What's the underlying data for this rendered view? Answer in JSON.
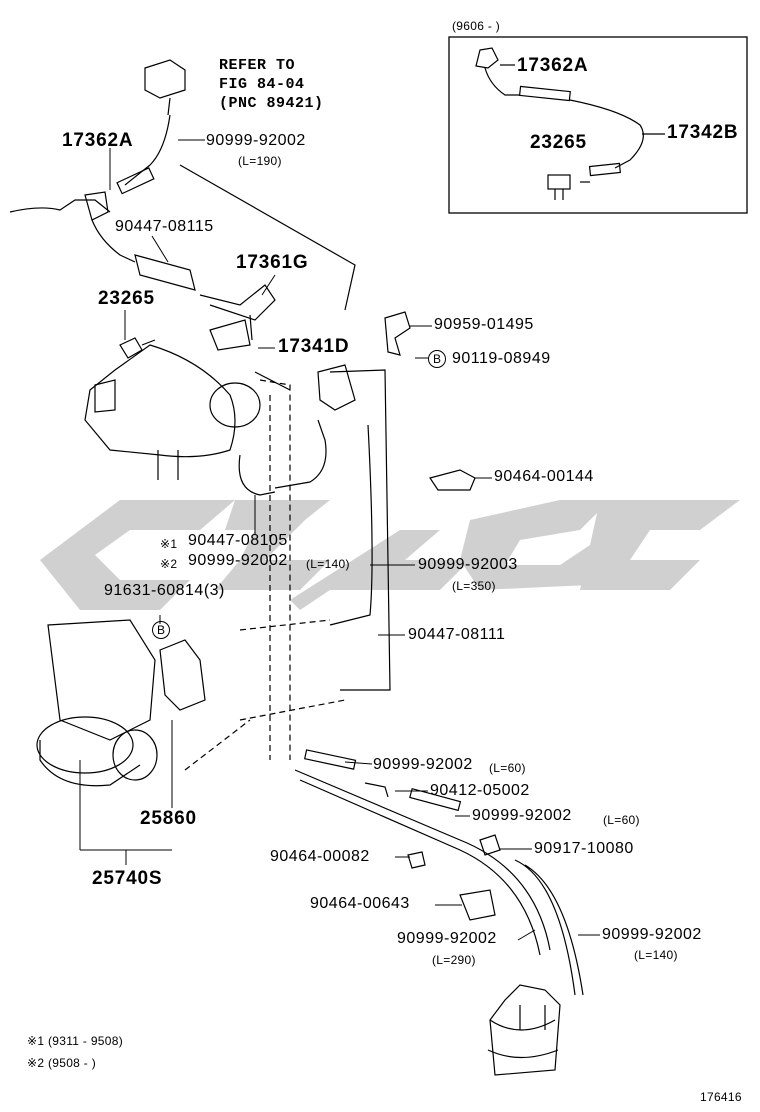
{
  "inset": {
    "range": "(9606 -      )",
    "parts": [
      "17362A",
      "23265",
      "17342B"
    ]
  },
  "refer": {
    "line1": "REFER TO",
    "line2": "FIG 84-04",
    "line3": "(PNC 89421)"
  },
  "labels": {
    "p17362A": "17362A",
    "p90999_92002_a": "90999-92002",
    "p90999_92002_a_len": "(L=190)",
    "p90447_08115": "90447-08115",
    "p17361G": "17361G",
    "p23265": "23265",
    "p17341D": "17341D",
    "p90959_01495": "90959-01495",
    "p90119_08949": "90119-08949",
    "p90464_00144": "90464-00144",
    "p90447_08105": "90447-08105",
    "note1_mark": "※1",
    "note2_mark": "※2",
    "p90999_92002_b": "90999-92002",
    "p90999_92002_b_len": "(L=140)",
    "p90999_92003": "90999-92003",
    "p90999_92003_len": "(L=350)",
    "p91631_60814": "91631-60814(3)",
    "p90447_08111": "90447-08111",
    "p90999_92002_c": "90999-92002",
    "p90999_92002_c_len": "(L=60)",
    "p90412_05002": "90412-05002",
    "p90999_92002_d": "90999-92002",
    "p90999_92002_d_len": "(L=60)",
    "p25860": "25860",
    "p90917_10080": "90917-10080",
    "p90464_00082": "90464-00082",
    "p25740S": "25740S",
    "p90464_00643": "90464-00643",
    "p90999_92002_e": "90999-92002",
    "p90999_92002_e_len": "(L=290)",
    "p90999_92002_f": "90999-92002",
    "p90999_92002_f_len": "(L=140)",
    "circle_b": "B"
  },
  "notes": {
    "n1": "※1 (9311 - 9508)",
    "n2": "※2 (9508 -        )"
  },
  "figure_number": "176416",
  "colors": {
    "line": "#000000",
    "watermark": "#c8c8c8"
  }
}
